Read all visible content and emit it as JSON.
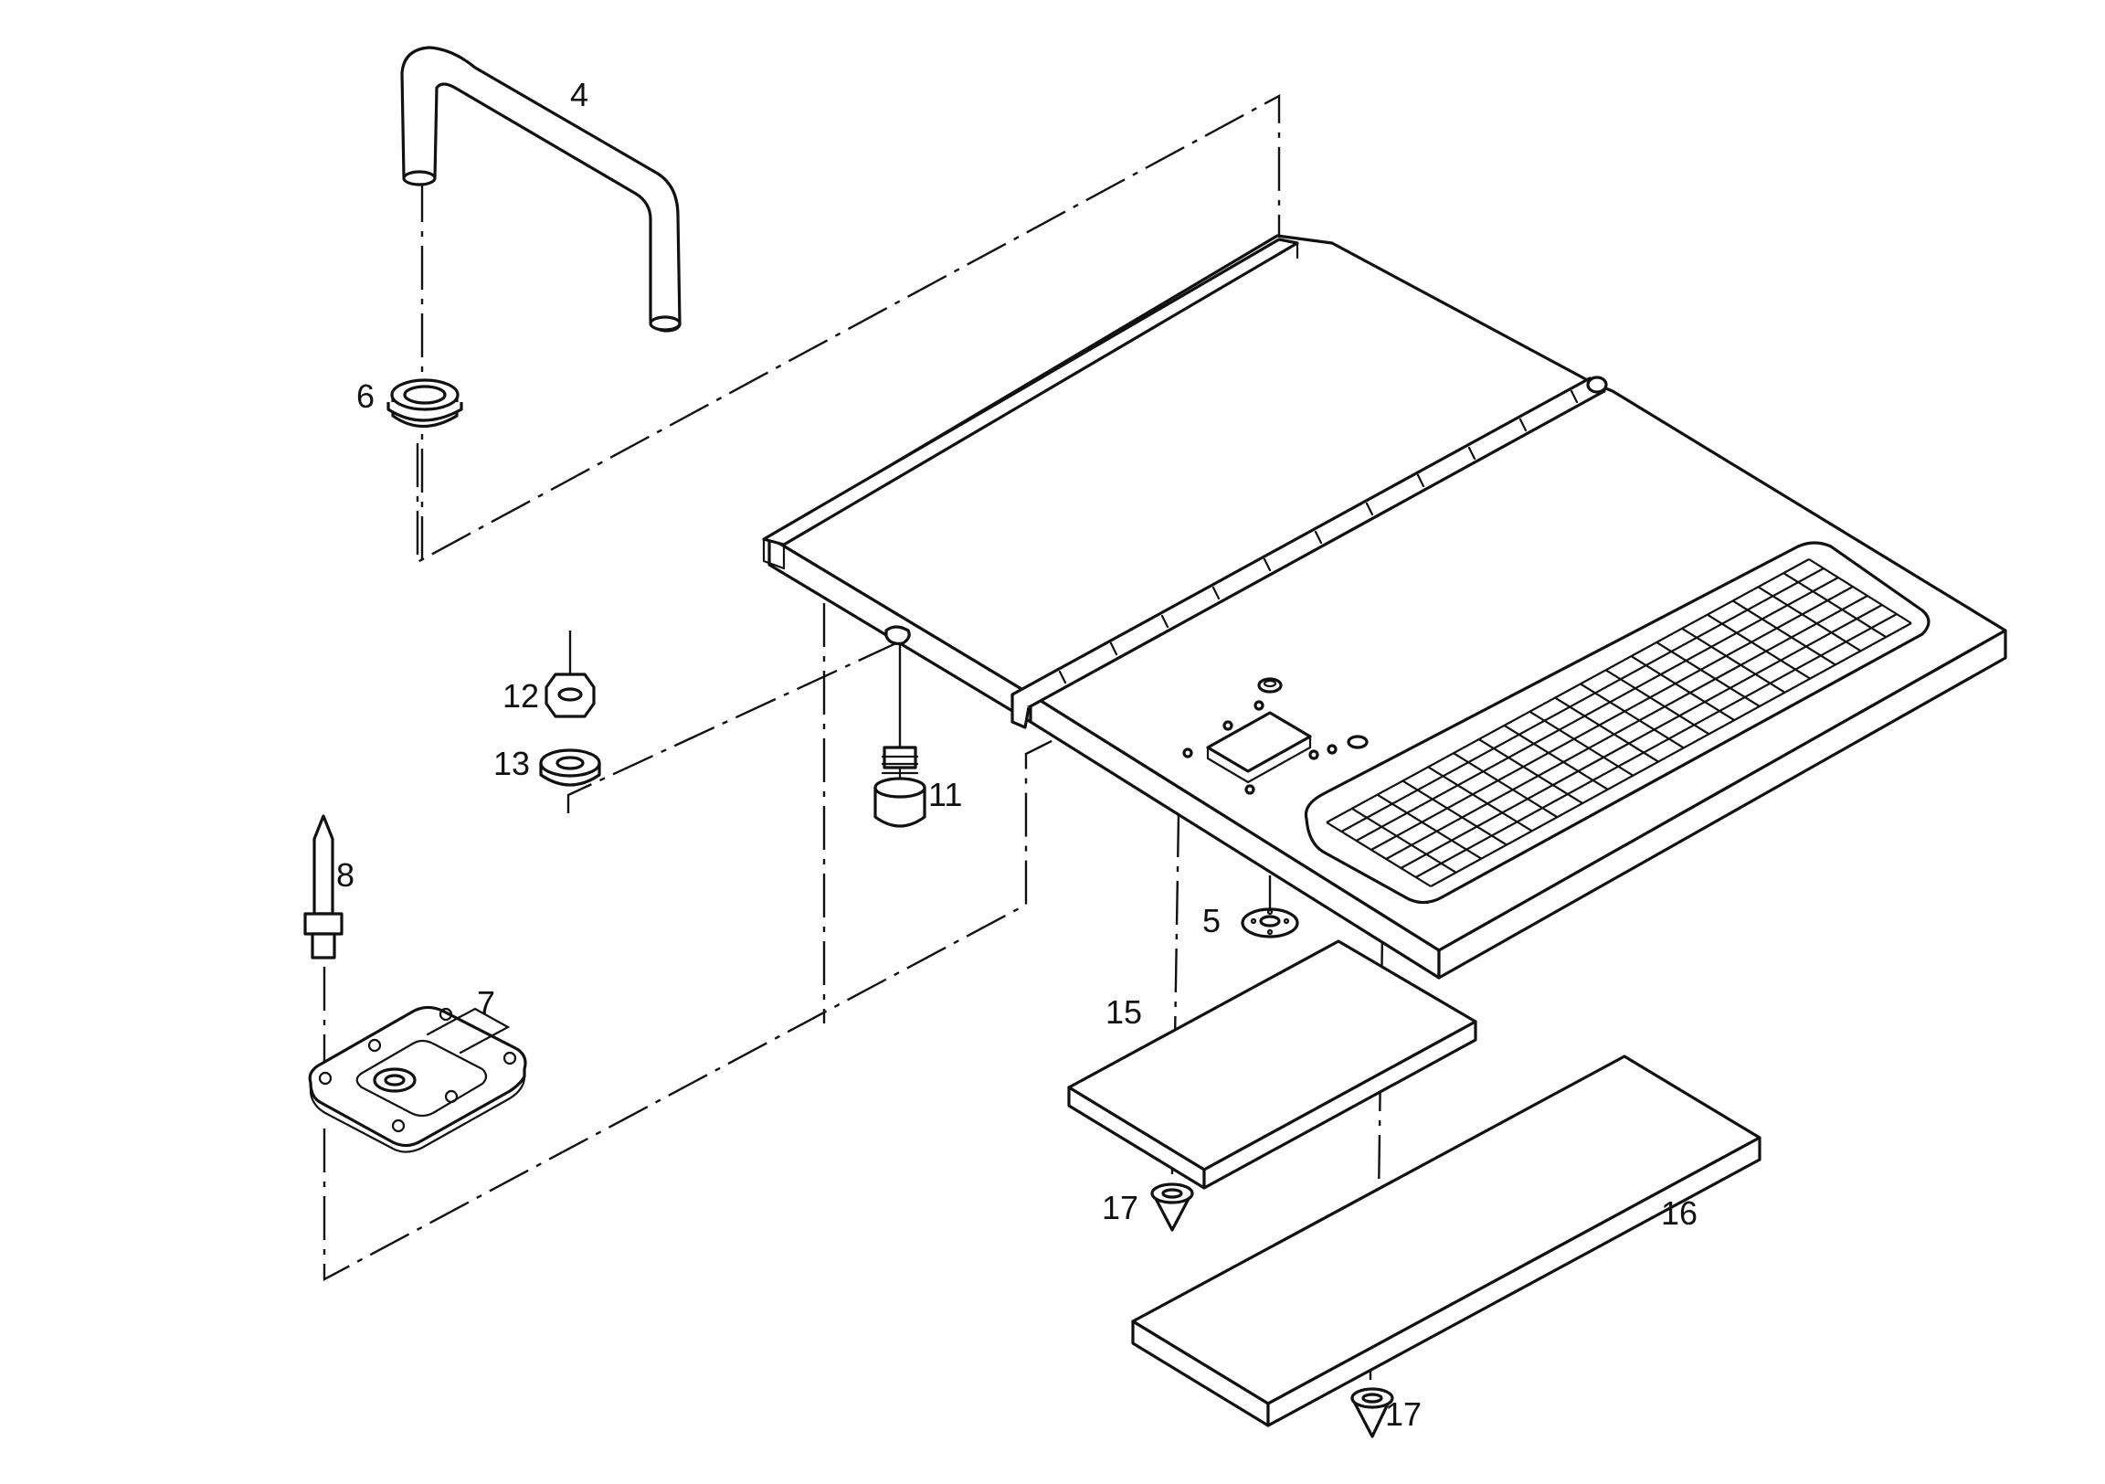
{
  "diagram": {
    "type": "exploded-parts-drawing",
    "labels": {
      "handle": "4",
      "grommet": "6",
      "nut": "12",
      "washer": "13",
      "pin": "8",
      "latch_plate": "7",
      "stud": "11",
      "spacer": "5",
      "pad_small": "15",
      "pad_large": "16",
      "foot_small": "17",
      "foot_large": "17"
    },
    "colors": {
      "line": "#111111",
      "background": "#ffffff"
    }
  }
}
